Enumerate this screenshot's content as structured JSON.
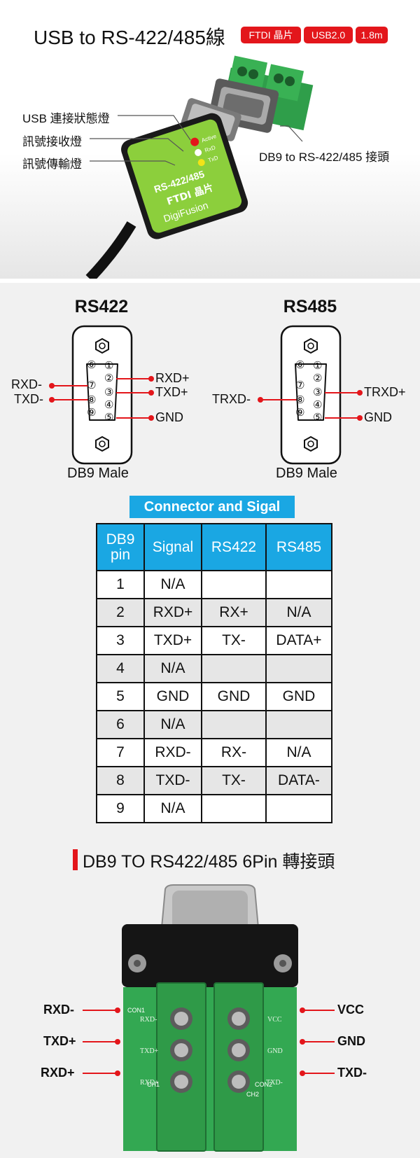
{
  "header": {
    "title": "USB to RS-422/485線",
    "badges": [
      "FTDI 晶片",
      "USB2.0",
      "1.8m"
    ]
  },
  "product": {
    "callouts": {
      "usb_led": "USB 連接狀態燈",
      "rx_led": "訊號接收燈",
      "tx_led": "訊號傳輸燈",
      "db9": "DB9 to RS-422/485  接頭"
    },
    "device_text": {
      "model": "RS-422/485",
      "chip": "FTDI 晶片",
      "brand": "DigiFusion",
      "led_active": "Active",
      "led_rxd": "RxD",
      "led_txd": "TxD"
    }
  },
  "diagrams": {
    "rs422": {
      "title": "RS422",
      "caption": "DB9 Male",
      "left_labels": [
        "RXD-",
        "TXD-"
      ],
      "right_labels": [
        "RXD+",
        "TXD+",
        "GND"
      ]
    },
    "rs485": {
      "title": "RS485",
      "caption": "DB9 Male",
      "left_labels": [
        "TRXD-"
      ],
      "right_labels": [
        "TRXD+",
        "GND"
      ]
    },
    "pin_numbers": [
      "①",
      "②",
      "③",
      "④",
      "⑤",
      "⑥",
      "⑦",
      "⑧",
      "⑨"
    ]
  },
  "table": {
    "title": "Connector and Sigal",
    "headers": [
      "DB9 pin",
      "Signal",
      "RS422",
      "RS485"
    ],
    "rows": [
      [
        "1",
        "N/A",
        "",
        ""
      ],
      [
        "2",
        "RXD+",
        "RX+",
        "N/A"
      ],
      [
        "3",
        "TXD+",
        "TX-",
        "DATA+"
      ],
      [
        "4",
        "N/A",
        "",
        ""
      ],
      [
        "5",
        "GND",
        "GND",
        "GND"
      ],
      [
        "6",
        "N/A",
        "",
        ""
      ],
      [
        "7",
        "RXD-",
        "RX-",
        "N/A"
      ],
      [
        "8",
        "TXD-",
        "TX-",
        "DATA-"
      ],
      [
        "9",
        "N/A",
        "",
        ""
      ]
    ]
  },
  "adapter": {
    "title": "DB9 TO RS422/485 6Pin 轉接頭",
    "left_labels": [
      "RXD-",
      "TXD+",
      "RXD+"
    ],
    "right_labels": [
      "VCC",
      "GND",
      "TXD-"
    ],
    "pcb_labels": {
      "con1": "CON1",
      "con2": "CON2",
      "ch1": "CH1",
      "ch2": "CH2",
      "left_pins": [
        "RXD-",
        "TXD+",
        "RXD+"
      ],
      "right_pins": [
        "VCC",
        "GND",
        "TXD-"
      ]
    }
  },
  "colors": {
    "accent_red": "#e3161b",
    "table_blue": "#1aa7e3",
    "pcb_green": "#33a852",
    "device_green": "#8ccf3c"
  }
}
